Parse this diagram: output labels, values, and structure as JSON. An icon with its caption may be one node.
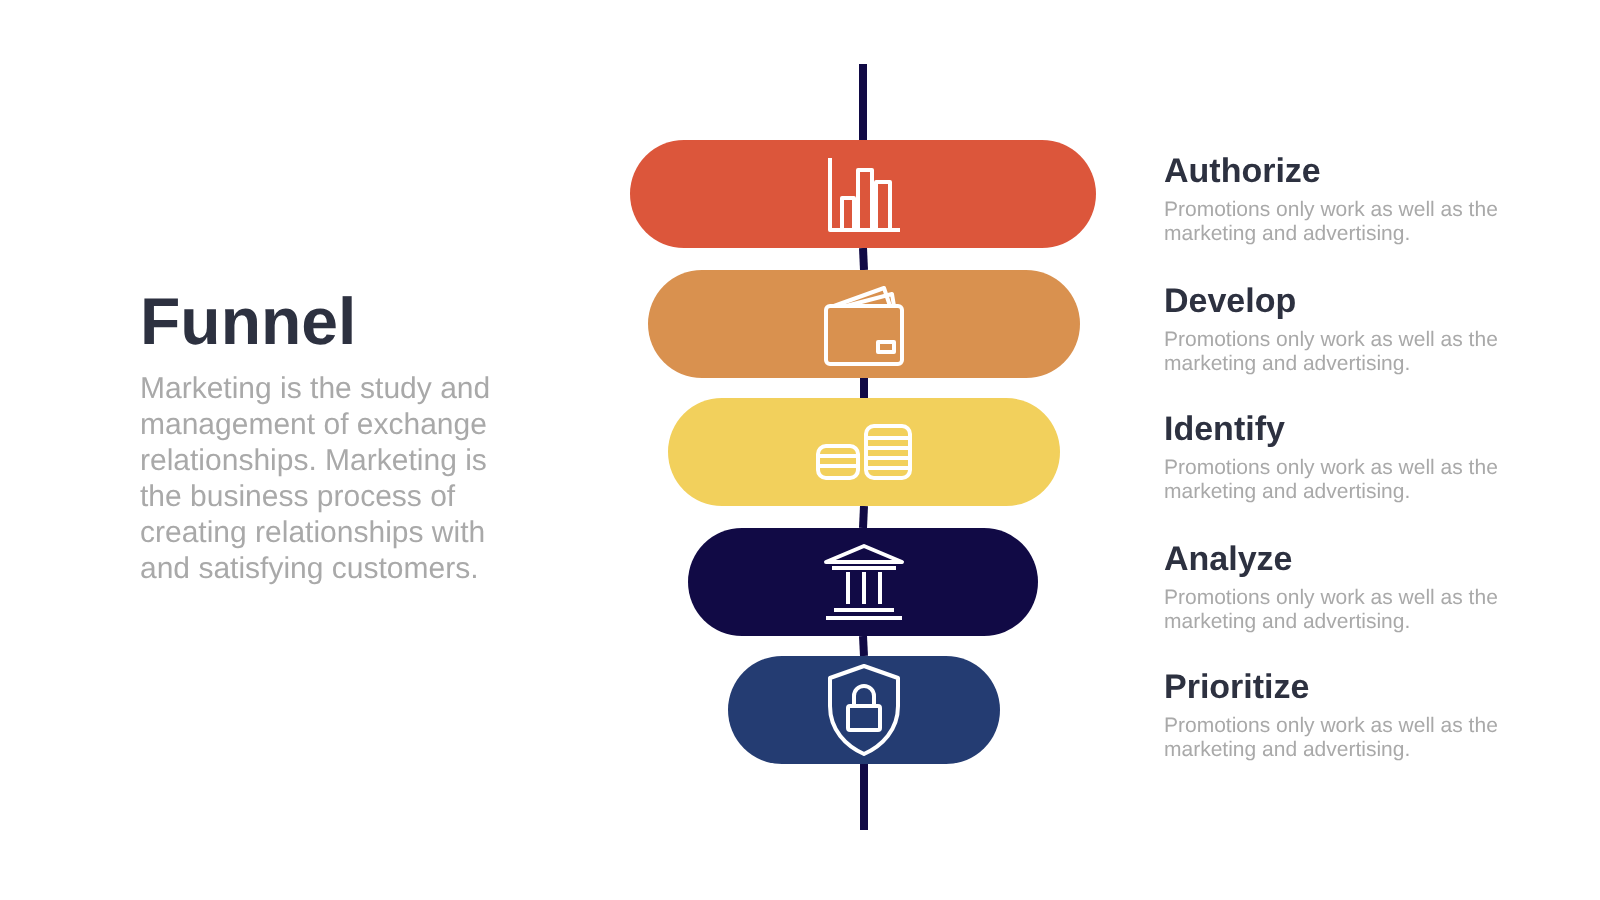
{
  "diagram": {
    "title": "Funnel",
    "nodes": [
      {
        "text": [],
        "shape": "bar",
        "beside": [
          "Authorize",
          "Promotions only work as well as the marketing and advertising."
        ]
      },
      {
        "text": [],
        "shape": "bar",
        "beside": [
          "Develop",
          "Promotions only work as well as the marketing and advertising."
        ]
      },
      {
        "text": [],
        "shape": "bar",
        "beside": [
          "Identify",
          "Promotions only work as well as the marketing and advertising."
        ]
      },
      {
        "text": [],
        "shape": "bar",
        "beside": [
          "Analyze",
          "Promotions only work as well as the marketing and advertising."
        ]
      },
      {
        "text": [],
        "shape": "bar",
        "beside": [
          "Prioritize",
          "Promotions only work as well as the marketing and advertising."
        ]
      }
    ],
    "edges": [
      {
        "from": null,
        "to": 0,
        "arrow": "none"
      },
      {
        "from": 0,
        "to": 1,
        "arrow": "none"
      },
      {
        "from": 1,
        "to": 2,
        "arrow": "none"
      },
      {
        "from": 2,
        "to": 3,
        "arrow": "none"
      },
      {
        "from": 3,
        "to": 4,
        "arrow": "none"
      },
      {
        "from": 4,
        "to": null,
        "arrow": "none"
      }
    ],
    "labels": [
      "Marketing is the study and management of exchange relationships. Marketing is the business process of creating relationships with and satisfying customers."
    ]
  }
}
